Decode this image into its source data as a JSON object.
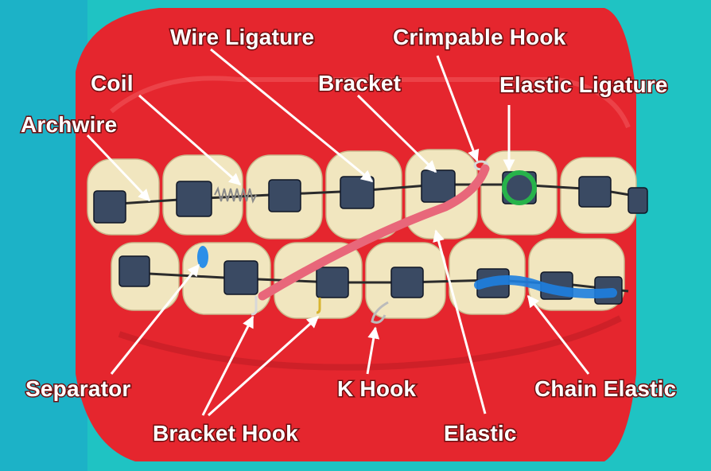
{
  "diagram": {
    "labels": {
      "wire_ligature": "Wire Ligature",
      "crimpable_hook": "Crimpable Hook",
      "coil": "Coil",
      "bracket": "Bracket",
      "elastic_ligature": "Elastic Ligature",
      "archwire": "Archwire",
      "separator": "Separator",
      "k_hook": "K Hook",
      "chain_elastic": "Chain Elastic",
      "bracket_hook": "Bracket Hook",
      "elastic": "Elastic"
    },
    "colors": {
      "background": "#1fc3c3",
      "gum": "#e5262e",
      "tooth": "#f1e6bf",
      "elastic_band": "#e8677a",
      "elastic_ligature": "#27b34a",
      "chain_elastic": "#1e7fe0",
      "separator": "#2c8fe8"
    }
  }
}
